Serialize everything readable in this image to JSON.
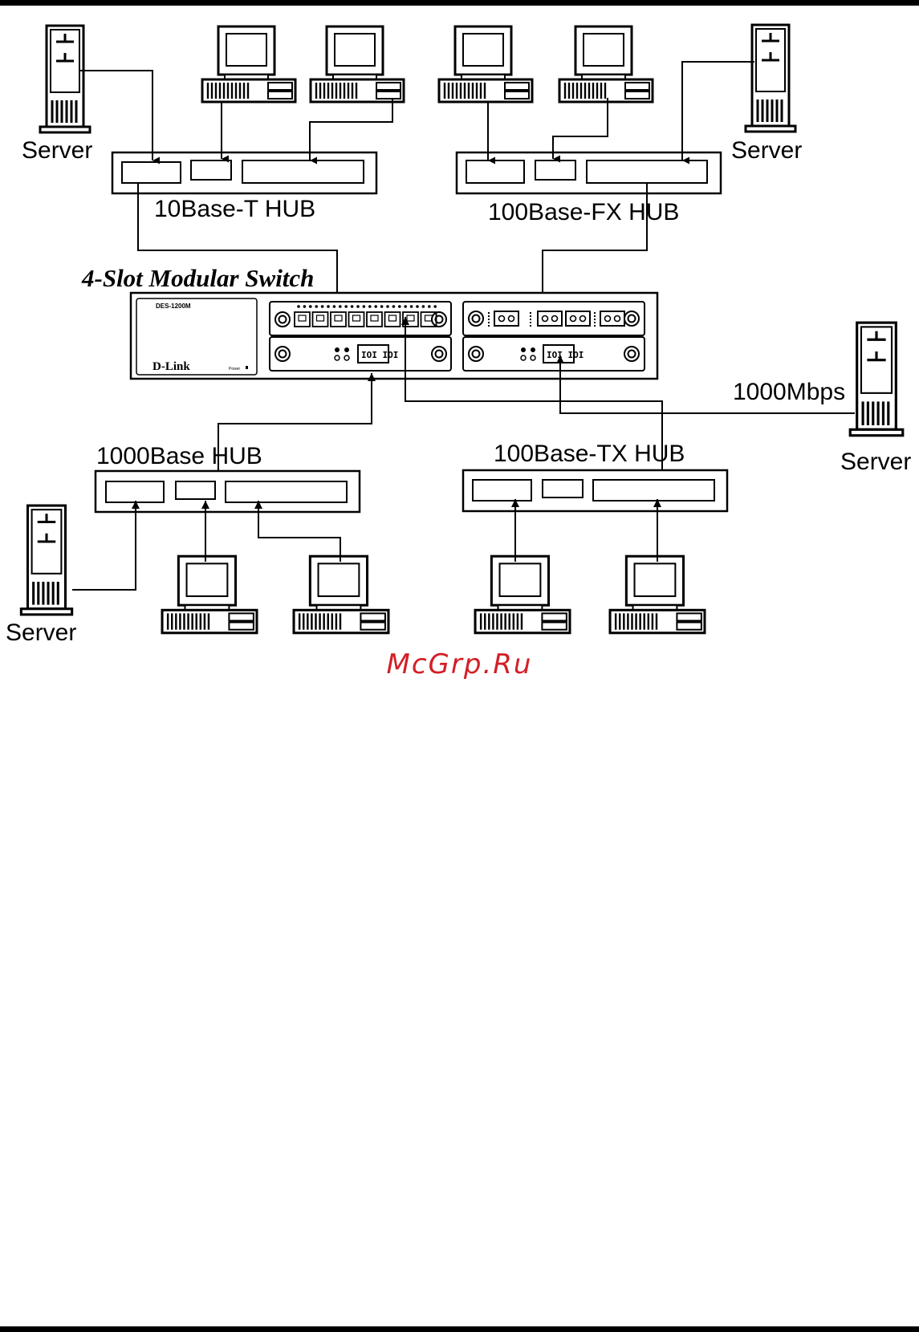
{
  "diagram": {
    "title": "4-Slot Modular Switch",
    "switch": {
      "model": "DES-1200M",
      "brand": "D-Link",
      "power": "Power"
    },
    "hubs": {
      "hub_10baset": "10Base-T HUB",
      "hub_100basefx": "100Base-FX HUB",
      "hub_1000base": "1000Base HUB",
      "hub_100basetx": "100Base-TX HUB"
    },
    "servers": {
      "server_top_left": "Server",
      "server_top_right": "Server",
      "server_right": "Server",
      "server_bottom_left": "Server"
    },
    "link_speed": "1000Mbps",
    "fiber_label": "IOI IOI"
  },
  "watermark": "McGrp.Ru",
  "colors": {
    "watermark": "#d31f26",
    "line": "#000000"
  },
  "icons": [
    "server-icon",
    "workstation-icon",
    "hub-icon",
    "switch-icon"
  ]
}
